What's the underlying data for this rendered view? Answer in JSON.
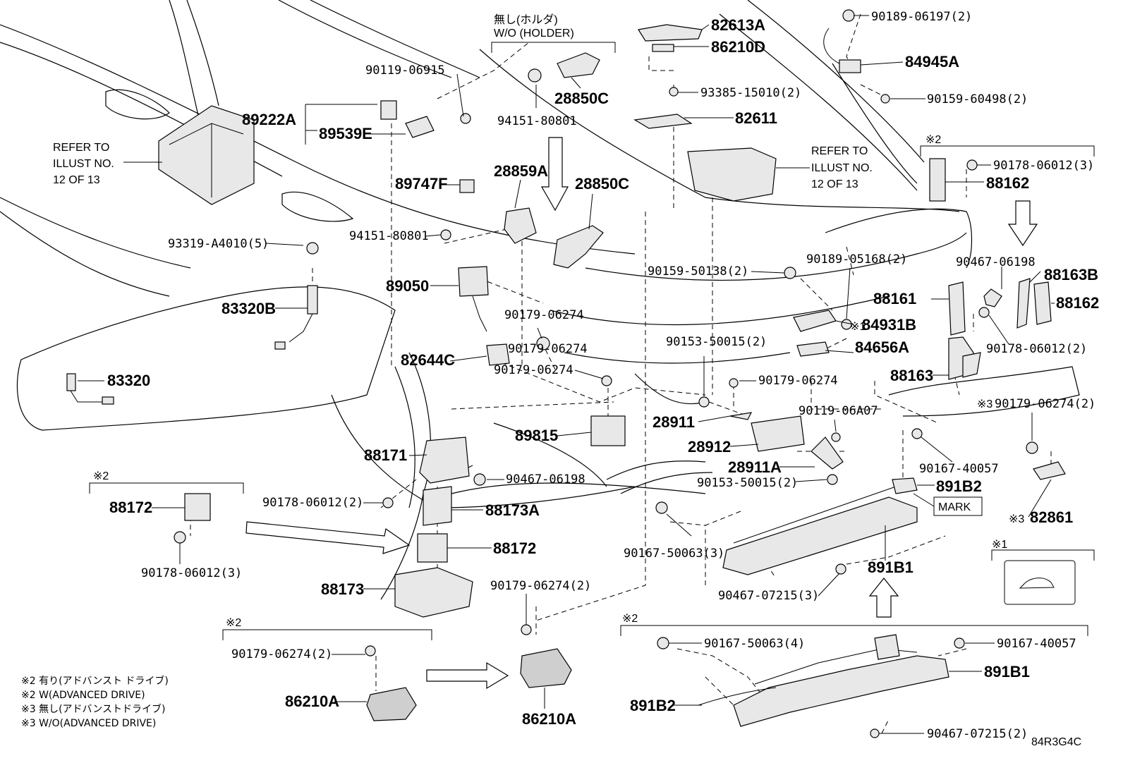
{
  "diagram_code": "84R3G4C",
  "labels": {
    "p89222A": "89222A",
    "p89539E": "89539E",
    "p90119_06915": "90119-06915",
    "p89747F": "89747F",
    "p93319": "93319-A4010(5)",
    "p83320B": "83320B",
    "p83320": "83320",
    "holder_jp": "無し(ホルダ)",
    "holder_en": "W/O (HOLDER)",
    "p94151_a": "94151-80801",
    "p28850C_a": "28850C",
    "p28859A": "28859A",
    "p28850C_b": "28850C",
    "p94151_b": "94151-80801",
    "p89050": "89050",
    "p90179_a": "90179-06274",
    "p90179_b": "90179-06274",
    "p82644C": "82644C",
    "p90179_c": "90179-06274",
    "p89815": "89815",
    "p88171": "88171",
    "p90467_06198_a": "90467-06198",
    "p90178_a": "90178-06012(2)",
    "p88173A": "88173A",
    "p88172_a": "88172",
    "p88172_b": "88172",
    "p90178_b": "90178-06012(3)",
    "p88173": "88173",
    "p90179_d": "90179-06274(2)",
    "p90179_e": "90179-06274(2)",
    "p86210A_a": "86210A",
    "p86210A_b": "86210A",
    "p82613A": "82613A",
    "p86210D": "86210D",
    "p93385": "93385-15010(2)",
    "p82611": "82611",
    "p90153_a": "90153-50015(2)",
    "p90159_50138": "90159-50138(2)",
    "p28911": "28911",
    "p28912": "28912",
    "p28911A": "28911A",
    "p90153_b": "90153-50015(2)",
    "p90167_50063_a": "90167-50063(3)",
    "p90467_07215_a": "90467-07215(3)",
    "p891B1_a": "891B1",
    "p891B2_a": "891B2",
    "mark": "MARK",
    "p90167_40057_a": "90167-40057",
    "p90119_06A07": "90119-06A07",
    "p90179_f": "90179-06274",
    "p84656A": "84656A",
    "p84931B": "84931B",
    "p90189_05168": "90189-05168(2)",
    "p90189_06197": "90189-06197(2)",
    "p84945A": "84945A",
    "p90159_60498": "90159-60498(2)",
    "p90178_c": "90178-06012(3)",
    "p88162_a": "88162",
    "p90467_06198_b": "90467-06198",
    "p88163B": "88163B",
    "p88161": "88161",
    "p88162_b": "88162",
    "p90178_d": "90178-06012(2)",
    "p88163": "88163",
    "p90179_g": "90179-06274(2)",
    "p82861": "82861",
    "p90167_50063_b": "90167-50063(4)",
    "p90167_40057_b": "90167-40057",
    "p891B1_b": "891B1",
    "p891B2_b": "891B2",
    "p90467_07215_b": "90467-07215(2)"
  },
  "refer": {
    "left": [
      "REFER TO",
      "ILLUST NO.",
      "12 OF 13"
    ],
    "right": [
      "REFER TO",
      "ILLUST NO.",
      "12 OF 13"
    ]
  },
  "marks": {
    "m2": "※2",
    "m3": "※3",
    "m1": "※1"
  },
  "legend": [
    "※2 有り(アドバンスト ドライブ)",
    "※2 W(ADVANCED DRIVE)",
    "※3 無し(アドバンストドライブ)",
    "※3 W/O(ADVANCED DRIVE)"
  ]
}
